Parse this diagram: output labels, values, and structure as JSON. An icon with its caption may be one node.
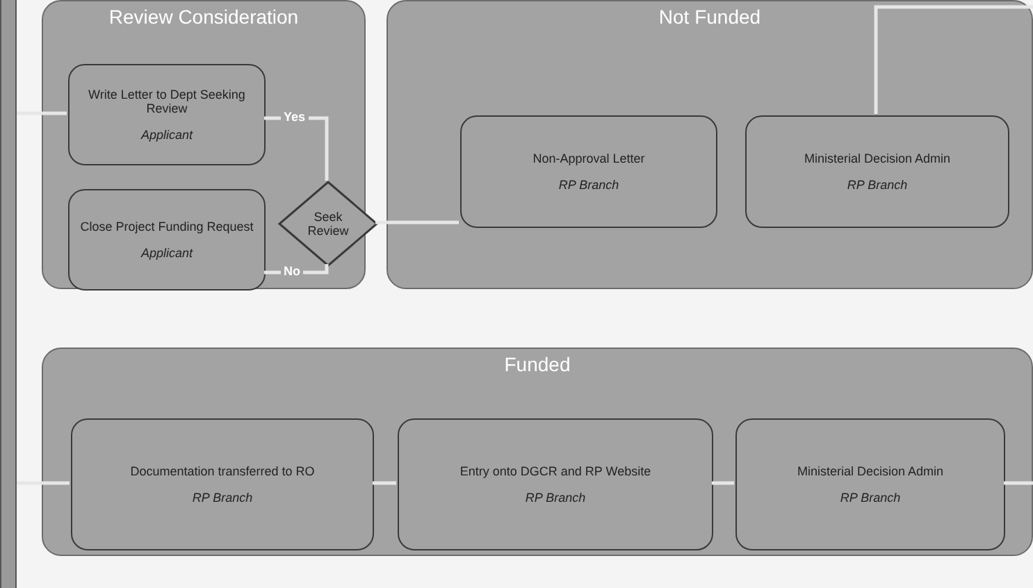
{
  "diagram": {
    "nodes": [
      {
        "text": [
          "Review Consideration"
        ]
      },
      {
        "text": [
          "Write Letter to Dept Seeking Review",
          "Applicant"
        ],
        "in": 0
      },
      {
        "text": [
          "Close Project Funding Request",
          "Applicant"
        ],
        "in": 0
      },
      {
        "text": [
          "Seek Review"
        ],
        "in": 0
      },
      {
        "text": [
          "Not Funded"
        ]
      },
      {
        "text": [
          "Non-Approval Letter",
          "RP Branch"
        ],
        "in": 4
      },
      {
        "text": [
          "Ministerial Decision Admin",
          "RP Branch"
        ],
        "in": 4
      },
      {
        "text": [
          "Funded"
        ]
      },
      {
        "text": [
          "Documentation transferred to RO",
          "RP Branch"
        ],
        "in": 7
      },
      {
        "text": [
          "Entry onto DGCR and RP Website",
          "RP Branch"
        ],
        "in": 7
      },
      {
        "text": [
          "Ministerial Decision Admin",
          "RP Branch"
        ],
        "in": 7
      },
      {
        "text": [],
        "shape": "box"
      }
    ],
    "edges": [
      {
        "from": 11,
        "to": 1,
        "arrow": "none"
      },
      {
        "from": 3,
        "to": 1,
        "arrow": "none",
        "label": "Yes"
      },
      {
        "from": 3,
        "to": 2,
        "arrow": "none",
        "label": "No"
      },
      {
        "from": 5,
        "to": 3,
        "arrow": "none"
      },
      {
        "from": 6,
        "to": null,
        "arrow": "none"
      },
      {
        "from": 11,
        "to": 8,
        "arrow": "none"
      },
      {
        "from": 8,
        "to": 9,
        "arrow": "none"
      },
      {
        "from": 9,
        "to": 10,
        "arrow": "none"
      },
      {
        "from": 10,
        "to": null,
        "arrow": "none"
      }
    ]
  }
}
